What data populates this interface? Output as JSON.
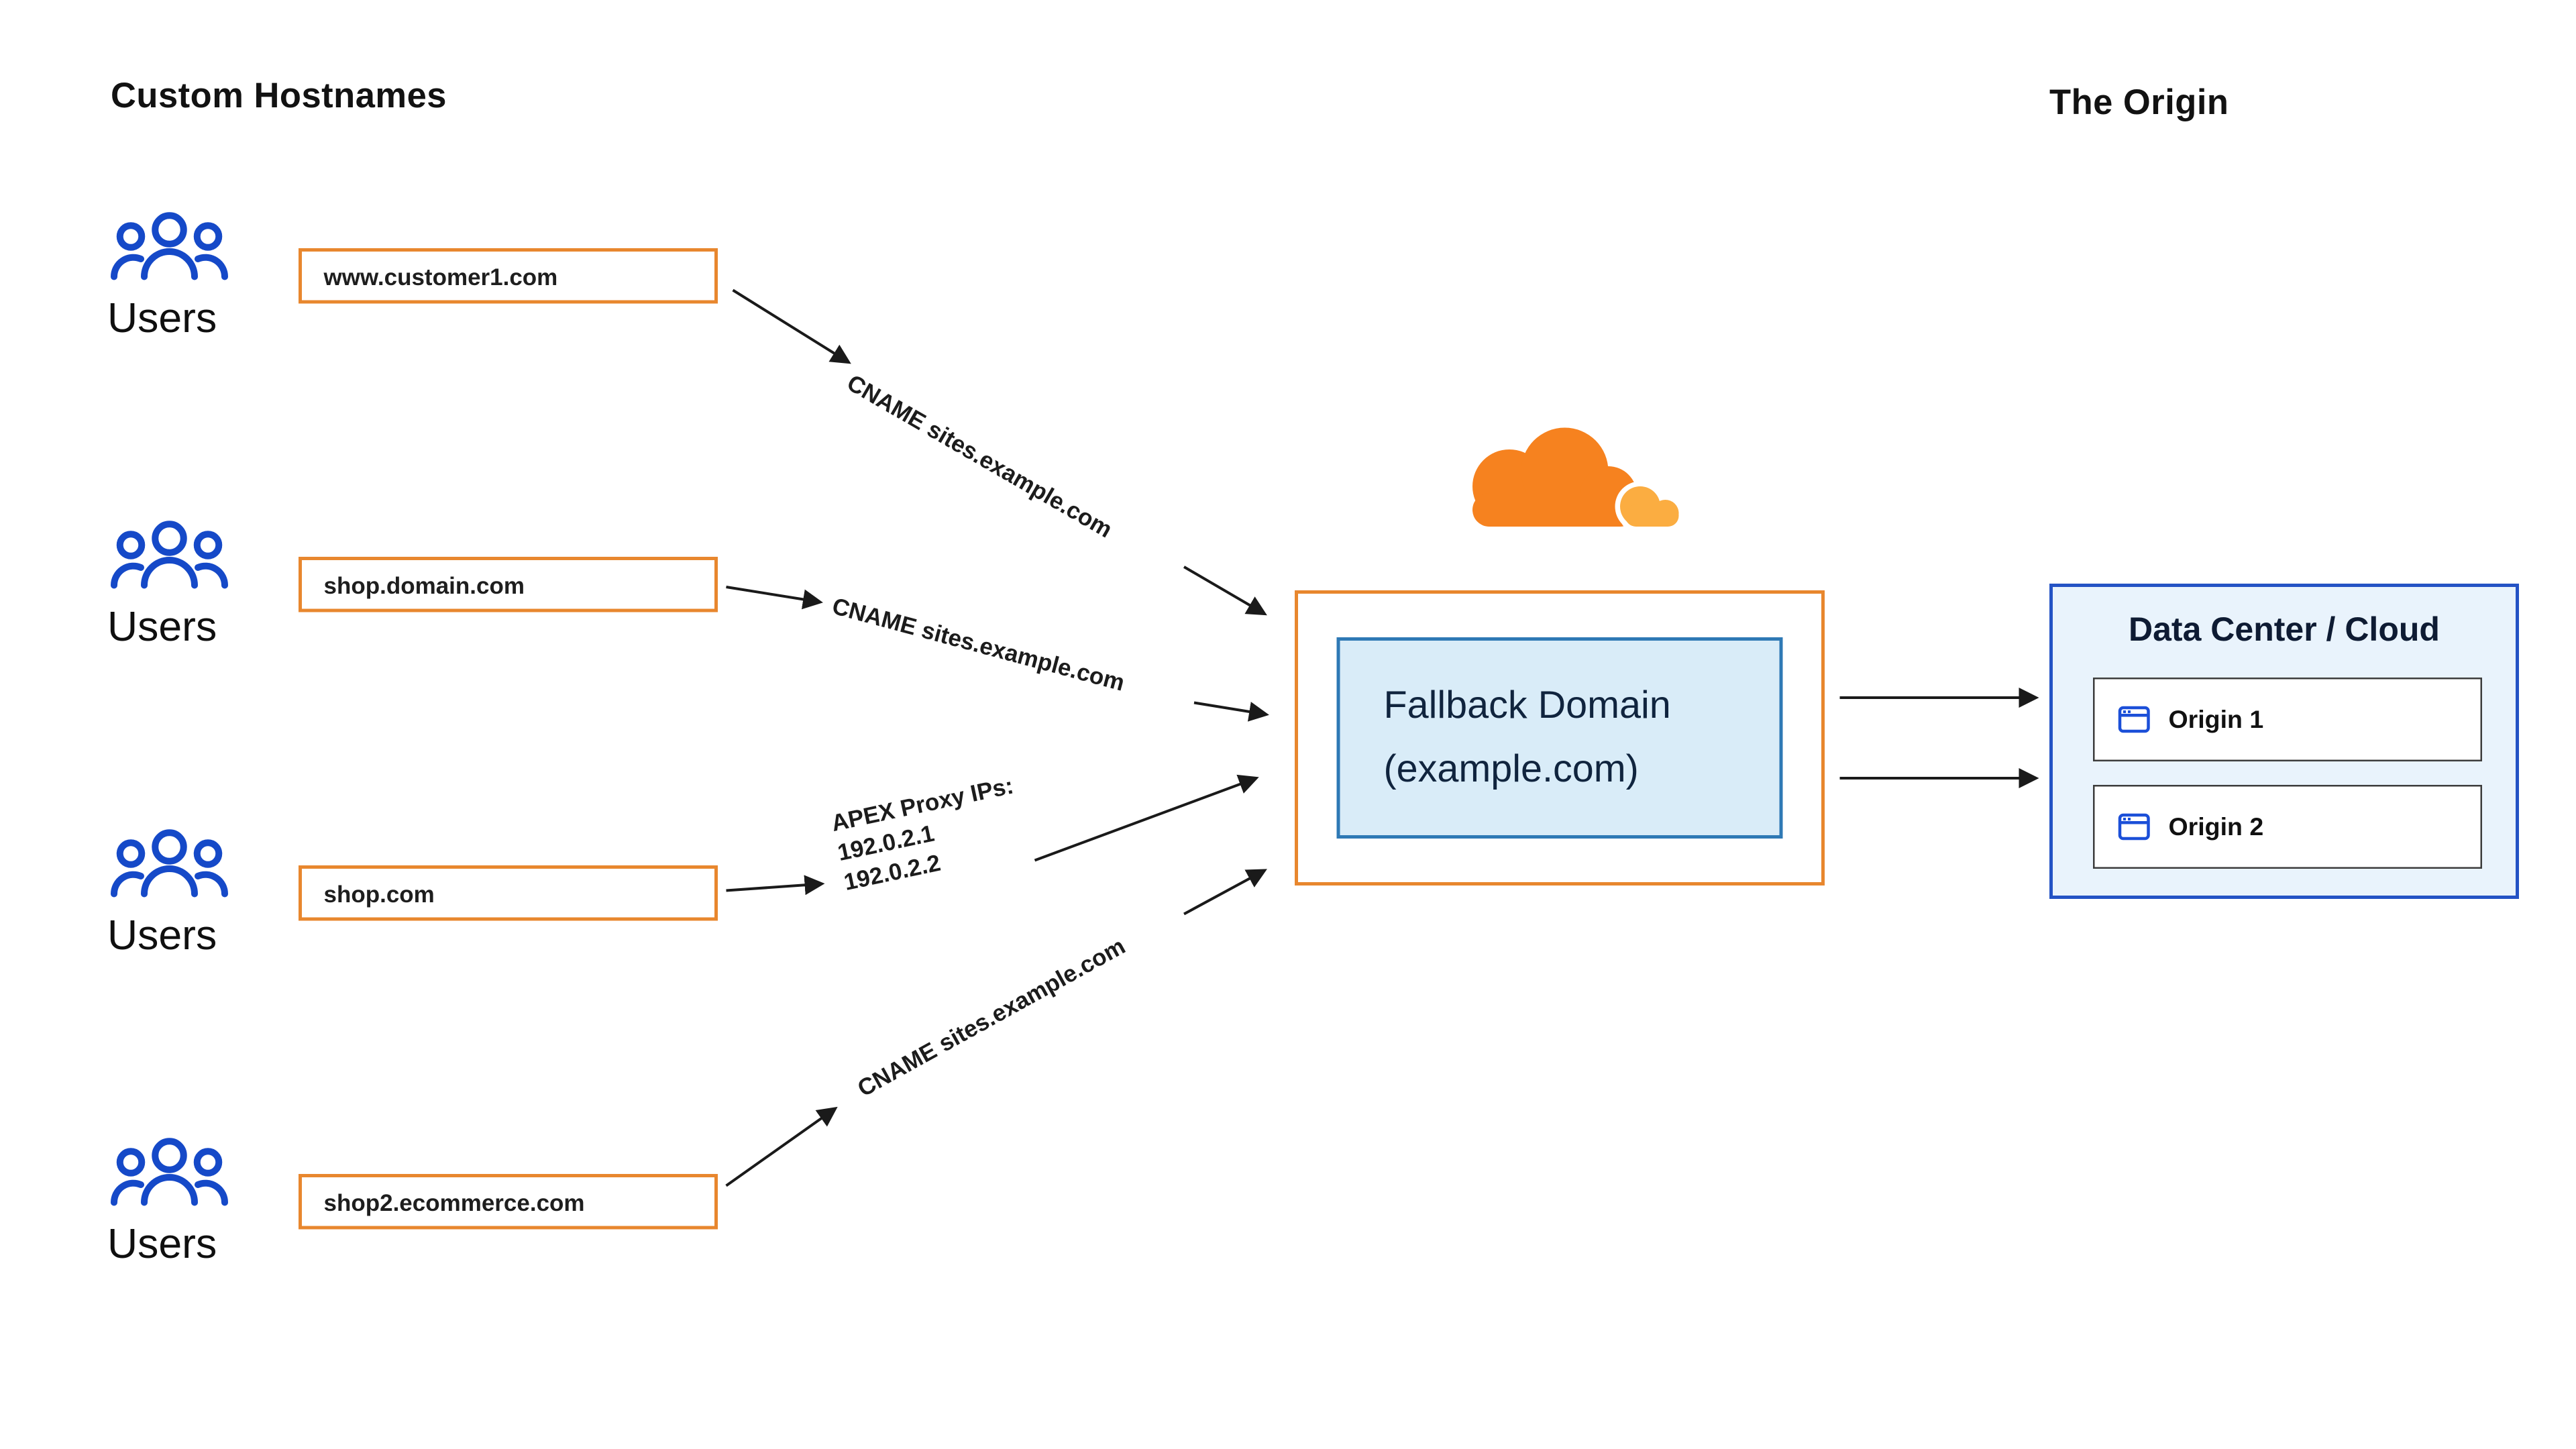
{
  "titles": {
    "left": "Custom Hostnames",
    "right": "The Origin"
  },
  "users_label": "Users",
  "hostnames": [
    "www.customer1.com",
    "shop.domain.com",
    "shop.com",
    "shop2.ecommerce.com"
  ],
  "arrow_labels": {
    "cname_top": "CNAME sites.example.com",
    "cname_mid": "CNAME sites.example.com",
    "apex": "APEX Proxy IPs:\n192.0.2.1\n192.0.2.2",
    "cname_bottom": "CNAME sites.example.com"
  },
  "fallback": {
    "line1": "Fallback Domain",
    "line2": "(example.com)"
  },
  "origin": {
    "title": "Data Center / Cloud",
    "items": [
      "Origin 1",
      "Origin 2"
    ]
  },
  "colors": {
    "orange_border": "#E8872E",
    "cloudflare_orange": "#F6821F",
    "cloudflare_light_orange": "#FBAD41",
    "users_blue": "#1549C8",
    "datacenter_border_blue": "#2453C5",
    "datacenter_bg": "#E9F3FC",
    "fallback_inner_bg": "#D9ECF8",
    "arrow_color": "#1a1a1a"
  }
}
